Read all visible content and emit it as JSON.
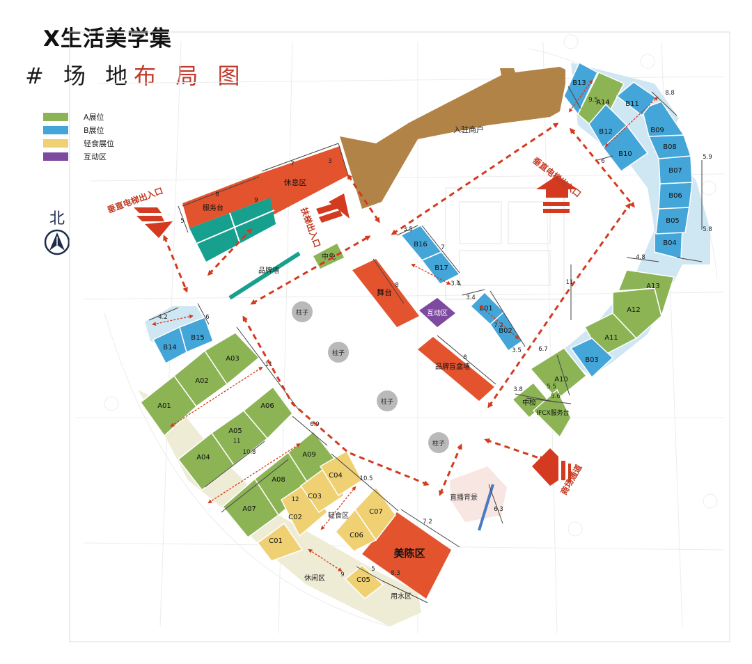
{
  "title": "X生活美学集",
  "subtitle": {
    "prefix": "# 场 地",
    "highlight": "布 局 图"
  },
  "north": "北",
  "colors": {
    "A": "#8cb455",
    "B": "#44a5d8",
    "C": "#efd173",
    "interactive": "#7d4aa0",
    "orange": "#e3532d",
    "teal": "#17a08e",
    "brown": "#b28347",
    "arrow": "#d33a1f",
    "dim": "#444444",
    "pillar": "#b9b9b9"
  },
  "legend": [
    {
      "label": "A展位",
      "color": "#8cb455"
    },
    {
      "label": "B展位",
      "color": "#44a5d8"
    },
    {
      "label": "轻食展位",
      "color": "#efd173"
    },
    {
      "label": "互动区",
      "color": "#7d4aa0"
    }
  ],
  "booths_A": [
    "A01",
    "A02",
    "A03",
    "A04",
    "A05",
    "A06",
    "A07",
    "A08",
    "A09",
    "A10",
    "A11",
    "A12",
    "A13",
    "A14"
  ],
  "booths_B": [
    "B01",
    "B02",
    "B03",
    "B04",
    "B05",
    "B06",
    "B07",
    "B08",
    "B09",
    "B10",
    "B11",
    "B12",
    "B13",
    "B14",
    "B15",
    "B16",
    "B17"
  ],
  "booths_C": [
    "C01",
    "C02",
    "C03",
    "C04",
    "C05",
    "C06",
    "C07"
  ],
  "zones": {
    "tenant": "入驻商户",
    "service_desk": "服务台",
    "rest_area": "休息区",
    "brand_wall": "品牌墙",
    "duty_free": "中免",
    "stage": "舞台",
    "interactive": "互动区",
    "blind_box_wall": "品牌盲盒墙",
    "beauty": "美陈区",
    "snack_area": "轻食区",
    "leisure_area": "休闲区",
    "water_area": "用水区",
    "live": "直播背景",
    "security": "中检",
    "ifcx_desk": "IFCX服务台"
  },
  "pillar": "柱子",
  "entrances": {
    "elevator_left": "垂直电梯出入口",
    "escalator": "扶梯出入口",
    "elevator_right": "垂直电梯出入口",
    "mall": "商场通道"
  },
  "dims": [
    "9.5",
    "8.8",
    "5.9",
    "6",
    "5.8",
    "4.8",
    "11",
    "6.7",
    "3.8",
    "5.5",
    "5.6",
    "3.5",
    "7",
    "3.4",
    "3.4",
    "7.2",
    "3.5",
    "8",
    "8",
    "7",
    "3",
    "8",
    "5",
    "9",
    "4.2",
    "6",
    "11",
    "11",
    "10.8",
    "6.9",
    "10.5",
    "12",
    "7.2",
    "5",
    "8.3",
    "6.3",
    "9"
  ]
}
